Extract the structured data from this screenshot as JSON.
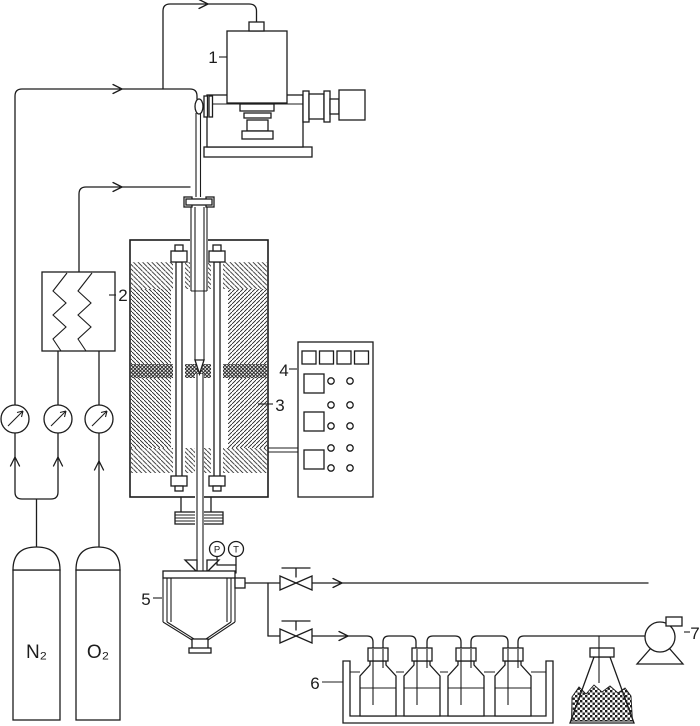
{
  "labels": {
    "feeder": "1",
    "preheater": "2",
    "furnace": "3",
    "control_panel": "4",
    "collector": "5",
    "washing_bottles": "6",
    "pump": "7"
  },
  "cylinders": {
    "left": "N₂",
    "right": "O₂"
  },
  "instruments": {
    "pressure": "P",
    "temperature": "T"
  },
  "colors": {
    "line": "#1c1c1c",
    "background": "#ffffff"
  }
}
